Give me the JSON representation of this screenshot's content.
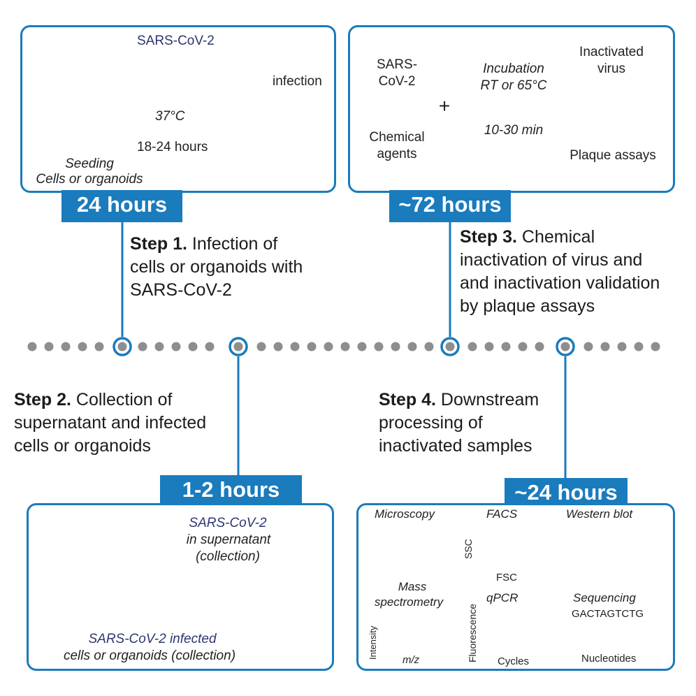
{
  "panel1": {
    "virus_label": "SARS-CoV-2",
    "infection_label": "infection",
    "temperature": "37°C",
    "duration": "18-24 hours",
    "seeding": "Seeding",
    "cells": "Cells or organoids",
    "badge": "24 hours"
  },
  "panel2": {
    "virus": "SARS-CoV-2",
    "in_supernatant": "in supernatant",
    "collection": "(collection)",
    "infected": "SARS-CoV-2 infected",
    "infected_cont": "cells or organoids (collection)",
    "badge": "1-2 hours"
  },
  "panel3": {
    "virus_line1": "SARS-",
    "virus_line2": "CoV-2",
    "plus": "+",
    "chem_line1": "Chemical",
    "chem_line2": "agents",
    "incubation": "Incubation",
    "conditions": "RT or 65°C",
    "time": "10-30 min",
    "inactivated1": "Inactivated",
    "inactivated2": "virus",
    "plaque": "Plaque assays",
    "badge": "~72 hours"
  },
  "panel4": {
    "microscopy": "Microscopy",
    "facs": "FACS",
    "ssc": "SSC",
    "fsc": "FSC",
    "western": "Western blot",
    "mass1": "Mass",
    "mass2": "spectrometry",
    "intensity": "Intensity",
    "mz": "m/z",
    "qpcr": "qPCR",
    "fluorescence": "Fluorescence",
    "cycles": "Cycles",
    "sequencing": "Sequencing",
    "sequence": "GACTAGTCTG",
    "nucleotides": "Nucleotides",
    "badge": "~24 hours"
  },
  "steps": {
    "s1_bold": "Step 1.",
    "s1_line1": " Infection of",
    "s1_line2": "cells or organoids with",
    "s1_line3": "SARS-CoV-2",
    "s2_bold": "Step 2.",
    "s2_line1": " Collection of",
    "s2_line2": "supernatant and infected",
    "s2_line3": "cells or organoids",
    "s3_bold": "Step 3.",
    "s3_line1": " Chemical",
    "s3_line2": "inactivation of virus and",
    "s3_line3": "and inactivation validation",
    "s3_line4": "by plaque assays",
    "s4_bold": "Step 4.",
    "s4_line1": " Downstream",
    "s4_line2": "processing of",
    "s4_line3": "inactivated samples"
  },
  "colors": {
    "accent": "#1a7bbd",
    "dish": "#d24a64",
    "dish_rim": "#e7b3cc",
    "virus": "#4a5cab",
    "dot": "#8e8e8e"
  }
}
